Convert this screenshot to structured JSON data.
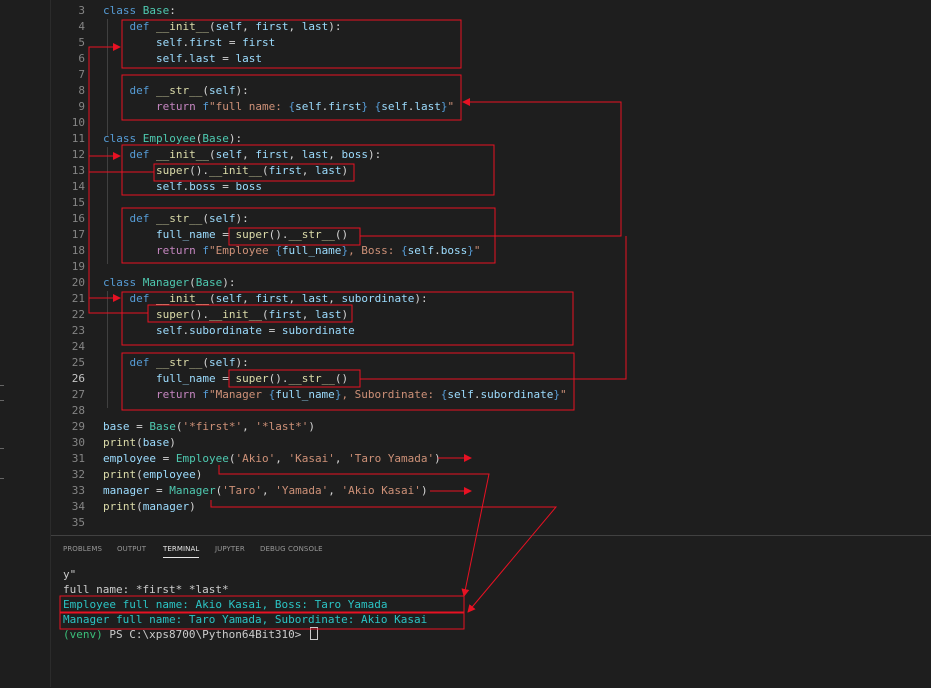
{
  "editor": {
    "lines": [
      {
        "num": "3",
        "tokens": [
          [
            "kw",
            "class "
          ],
          [
            "cls",
            "Base"
          ],
          [
            "txt",
            ":"
          ]
        ]
      },
      {
        "num": "4",
        "tokens": [
          [
            "txt",
            "    "
          ],
          [
            "kw",
            "def "
          ],
          [
            "fn",
            "__init__"
          ],
          [
            "txt",
            "("
          ],
          [
            "var",
            "self"
          ],
          [
            "txt",
            ", "
          ],
          [
            "var",
            "first"
          ],
          [
            "txt",
            ", "
          ],
          [
            "var",
            "last"
          ],
          [
            "txt",
            "):"
          ]
        ]
      },
      {
        "num": "5",
        "tokens": [
          [
            "txt",
            "        "
          ],
          [
            "var",
            "self"
          ],
          [
            "txt",
            "."
          ],
          [
            "var",
            "first"
          ],
          [
            "txt",
            " = "
          ],
          [
            "var",
            "first"
          ]
        ]
      },
      {
        "num": "6",
        "tokens": [
          [
            "txt",
            "        "
          ],
          [
            "var",
            "self"
          ],
          [
            "txt",
            "."
          ],
          [
            "var",
            "last"
          ],
          [
            "txt",
            " = "
          ],
          [
            "var",
            "last"
          ]
        ]
      },
      {
        "num": "7",
        "tokens": []
      },
      {
        "num": "8",
        "tokens": [
          [
            "txt",
            "    "
          ],
          [
            "kw",
            "def "
          ],
          [
            "fn",
            "__str__"
          ],
          [
            "txt",
            "("
          ],
          [
            "var",
            "self"
          ],
          [
            "txt",
            "):"
          ]
        ]
      },
      {
        "num": "9",
        "tokens": [
          [
            "txt",
            "        "
          ],
          [
            "kw2",
            "return "
          ],
          [
            "kw",
            "f"
          ],
          [
            "str",
            "\"full name: "
          ],
          [
            "kw",
            "{"
          ],
          [
            "var",
            "self"
          ],
          [
            "txt",
            "."
          ],
          [
            "var",
            "first"
          ],
          [
            "kw",
            "}"
          ],
          [
            "str",
            " "
          ],
          [
            "kw",
            "{"
          ],
          [
            "var",
            "self"
          ],
          [
            "txt",
            "."
          ],
          [
            "var",
            "last"
          ],
          [
            "kw",
            "}"
          ],
          [
            "str",
            "\""
          ]
        ]
      },
      {
        "num": "10",
        "tokens": []
      },
      {
        "num": "11",
        "tokens": [
          [
            "kw",
            "class "
          ],
          [
            "cls",
            "Employee"
          ],
          [
            "txt",
            "("
          ],
          [
            "cls",
            "Base"
          ],
          [
            "txt",
            "):"
          ]
        ]
      },
      {
        "num": "12",
        "tokens": [
          [
            "txt",
            "    "
          ],
          [
            "kw",
            "def "
          ],
          [
            "fn",
            "__init__"
          ],
          [
            "txt",
            "("
          ],
          [
            "var",
            "self"
          ],
          [
            "txt",
            ", "
          ],
          [
            "var",
            "first"
          ],
          [
            "txt",
            ", "
          ],
          [
            "var",
            "last"
          ],
          [
            "txt",
            ", "
          ],
          [
            "var",
            "boss"
          ],
          [
            "txt",
            "):"
          ]
        ]
      },
      {
        "num": "13",
        "tokens": [
          [
            "txt",
            "        "
          ],
          [
            "fn",
            "super"
          ],
          [
            "txt",
            "()."
          ],
          [
            "fn",
            "__init__"
          ],
          [
            "txt",
            "("
          ],
          [
            "var",
            "first"
          ],
          [
            "txt",
            ", "
          ],
          [
            "var",
            "last"
          ],
          [
            "txt",
            ")"
          ]
        ]
      },
      {
        "num": "14",
        "tokens": [
          [
            "txt",
            "        "
          ],
          [
            "var",
            "self"
          ],
          [
            "txt",
            "."
          ],
          [
            "var",
            "boss"
          ],
          [
            "txt",
            " = "
          ],
          [
            "var",
            "boss"
          ]
        ]
      },
      {
        "num": "15",
        "tokens": []
      },
      {
        "num": "16",
        "tokens": [
          [
            "txt",
            "    "
          ],
          [
            "kw",
            "def "
          ],
          [
            "fn",
            "__str__"
          ],
          [
            "txt",
            "("
          ],
          [
            "var",
            "self"
          ],
          [
            "txt",
            "):"
          ]
        ]
      },
      {
        "num": "17",
        "tokens": [
          [
            "txt",
            "        "
          ],
          [
            "var",
            "full_name"
          ],
          [
            "txt",
            " = "
          ],
          [
            "fn",
            "super"
          ],
          [
            "txt",
            "()."
          ],
          [
            "fn",
            "__str__"
          ],
          [
            "txt",
            "()"
          ]
        ]
      },
      {
        "num": "18",
        "tokens": [
          [
            "txt",
            "        "
          ],
          [
            "kw2",
            "return "
          ],
          [
            "kw",
            "f"
          ],
          [
            "str",
            "\"Employee "
          ],
          [
            "kw",
            "{"
          ],
          [
            "var",
            "full_name"
          ],
          [
            "kw",
            "}"
          ],
          [
            "str",
            ", Boss: "
          ],
          [
            "kw",
            "{"
          ],
          [
            "var",
            "self"
          ],
          [
            "txt",
            "."
          ],
          [
            "var",
            "boss"
          ],
          [
            "kw",
            "}"
          ],
          [
            "str",
            "\""
          ]
        ]
      },
      {
        "num": "19",
        "tokens": []
      },
      {
        "num": "20",
        "tokens": [
          [
            "kw",
            "class "
          ],
          [
            "cls",
            "Manager"
          ],
          [
            "txt",
            "("
          ],
          [
            "cls",
            "Base"
          ],
          [
            "txt",
            "):"
          ]
        ]
      },
      {
        "num": "21",
        "tokens": [
          [
            "txt",
            "    "
          ],
          [
            "kw",
            "def "
          ],
          [
            "fn",
            "__init__"
          ],
          [
            "txt",
            "("
          ],
          [
            "var",
            "self"
          ],
          [
            "txt",
            ", "
          ],
          [
            "var",
            "first"
          ],
          [
            "txt",
            ", "
          ],
          [
            "var",
            "last"
          ],
          [
            "txt",
            ", "
          ],
          [
            "var",
            "subordinate"
          ],
          [
            "txt",
            "):"
          ]
        ]
      },
      {
        "num": "22",
        "tokens": [
          [
            "txt",
            "        "
          ],
          [
            "fn",
            "super"
          ],
          [
            "txt",
            "()."
          ],
          [
            "fn",
            "__init__"
          ],
          [
            "txt",
            "("
          ],
          [
            "var",
            "first"
          ],
          [
            "txt",
            ", "
          ],
          [
            "var",
            "last"
          ],
          [
            "txt",
            ")"
          ]
        ]
      },
      {
        "num": "23",
        "tokens": [
          [
            "txt",
            "        "
          ],
          [
            "var",
            "self"
          ],
          [
            "txt",
            "."
          ],
          [
            "var",
            "subordinate"
          ],
          [
            "txt",
            " = "
          ],
          [
            "var",
            "subordinate"
          ]
        ]
      },
      {
        "num": "24",
        "tokens": []
      },
      {
        "num": "25",
        "tokens": [
          [
            "txt",
            "    "
          ],
          [
            "kw",
            "def "
          ],
          [
            "fn",
            "__str__"
          ],
          [
            "txt",
            "("
          ],
          [
            "var",
            "self"
          ],
          [
            "txt",
            "):"
          ]
        ]
      },
      {
        "num": "26",
        "tokens": [
          [
            "txt",
            "        "
          ],
          [
            "var",
            "full_name"
          ],
          [
            "txt",
            " = "
          ],
          [
            "fn",
            "super"
          ],
          [
            "txt",
            "()."
          ],
          [
            "fn",
            "__str__"
          ],
          [
            "txt",
            "()"
          ]
        ]
      },
      {
        "num": "27",
        "tokens": [
          [
            "txt",
            "        "
          ],
          [
            "kw2",
            "return "
          ],
          [
            "kw",
            "f"
          ],
          [
            "str",
            "\"Manager "
          ],
          [
            "kw",
            "{"
          ],
          [
            "var",
            "full_name"
          ],
          [
            "kw",
            "}"
          ],
          [
            "str",
            ", Subordinate: "
          ],
          [
            "kw",
            "{"
          ],
          [
            "var",
            "self"
          ],
          [
            "txt",
            "."
          ],
          [
            "var",
            "subordinate"
          ],
          [
            "kw",
            "}"
          ],
          [
            "str",
            "\""
          ]
        ]
      },
      {
        "num": "28",
        "tokens": []
      },
      {
        "num": "29",
        "tokens": [
          [
            "var",
            "base"
          ],
          [
            "txt",
            " = "
          ],
          [
            "cls",
            "Base"
          ],
          [
            "txt",
            "("
          ],
          [
            "str",
            "'*first*'"
          ],
          [
            "txt",
            ", "
          ],
          [
            "str",
            "'*last*'"
          ],
          [
            "txt",
            ")"
          ]
        ]
      },
      {
        "num": "30",
        "tokens": [
          [
            "fn",
            "print"
          ],
          [
            "txt",
            "("
          ],
          [
            "var",
            "base"
          ],
          [
            "txt",
            ")"
          ]
        ]
      },
      {
        "num": "31",
        "tokens": [
          [
            "var",
            "employee"
          ],
          [
            "txt",
            " = "
          ],
          [
            "cls",
            "Employee"
          ],
          [
            "txt",
            "("
          ],
          [
            "str",
            "'Akio'"
          ],
          [
            "txt",
            ", "
          ],
          [
            "str",
            "'Kasai'"
          ],
          [
            "txt",
            ", "
          ],
          [
            "str",
            "'Taro Yamada'"
          ],
          [
            "txt",
            ")"
          ]
        ]
      },
      {
        "num": "32",
        "tokens": [
          [
            "fn",
            "print"
          ],
          [
            "txt",
            "("
          ],
          [
            "var",
            "employee"
          ],
          [
            "txt",
            ")"
          ]
        ]
      },
      {
        "num": "33",
        "tokens": [
          [
            "var",
            "manager"
          ],
          [
            "txt",
            " = "
          ],
          [
            "cls",
            "Manager"
          ],
          [
            "txt",
            "("
          ],
          [
            "str",
            "'Taro'"
          ],
          [
            "txt",
            ", "
          ],
          [
            "str",
            "'Yamada'"
          ],
          [
            "txt",
            ", "
          ],
          [
            "str",
            "'Akio Kasai'"
          ],
          [
            "txt",
            ")"
          ]
        ]
      },
      {
        "num": "34",
        "tokens": [
          [
            "fn",
            "print"
          ],
          [
            "txt",
            "("
          ],
          [
            "var",
            "manager"
          ],
          [
            "txt",
            ")"
          ]
        ]
      },
      {
        "num": "35",
        "tokens": []
      }
    ],
    "active_line": "26"
  },
  "panel": {
    "tabs": [
      "PROBLEMS",
      "OUTPUT",
      "TERMINAL",
      "JUPYTER",
      "DEBUG CONSOLE"
    ],
    "active_tab": "TERMINAL",
    "terminal": {
      "line_partial": "y\"",
      "line_base": "full name: *first* *last*",
      "line_employee": "Employee full name: Akio Kasai, Boss: Taro Yamada",
      "line_manager": "Manager full name: Taro Yamada, Subordinate: Akio Kasai",
      "prompt_env": "(venv)",
      "prompt_path": " PS C:\\xps8700\\Python64Bit310> "
    }
  },
  "colors": {
    "annotation_red": "#e81123",
    "background": "#1e1e1e"
  }
}
